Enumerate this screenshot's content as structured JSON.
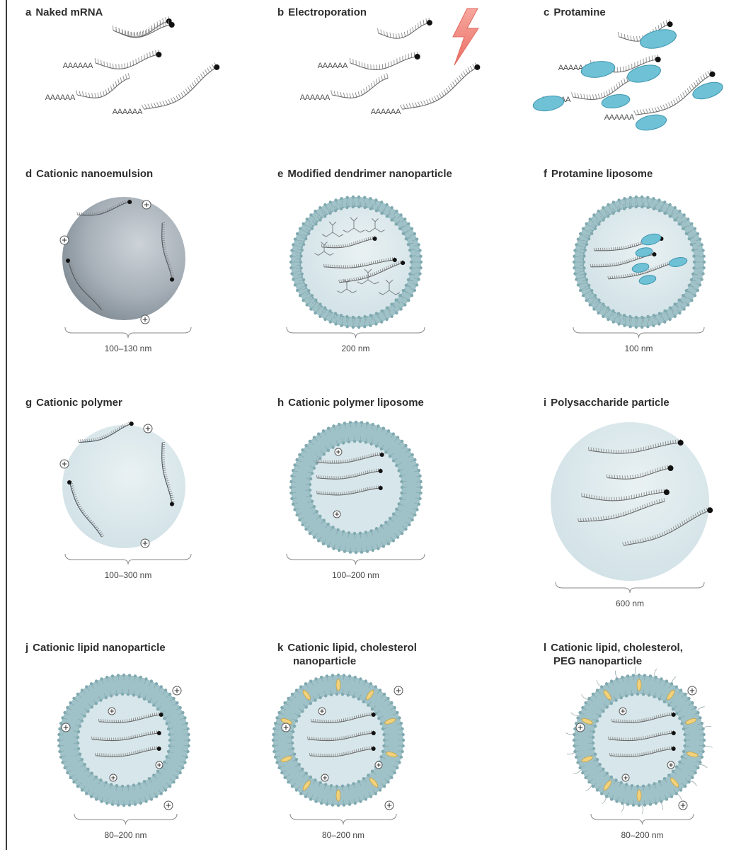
{
  "colors": {
    "sphere_grey": "#a9b2ba",
    "sphere_light": "#dbe8ec",
    "membrane": "#9fc0c6",
    "protamine": "#6fc1d6",
    "cholesterol": "#e8c36a",
    "bolt": "#f08a80"
  },
  "poly_a": "AAAAAA",
  "icons": [
    "mrna-strand-icon",
    "cap-dot-icon",
    "lightning-bolt-icon",
    "positive-charge-icon",
    "protamine-ellipse-icon",
    "dendrimer-icon",
    "cholesterol-icon",
    "peg-chain-icon"
  ],
  "panels": {
    "a": {
      "letter": "a",
      "title": "Naked mRNA"
    },
    "b": {
      "letter": "b",
      "title": "Electroporation"
    },
    "c": {
      "letter": "c",
      "title": "Protamine"
    },
    "d": {
      "letter": "d",
      "title": "Cationic nanoemulsion",
      "size": "100–130 nm"
    },
    "e": {
      "letter": "e",
      "title": "Modified dendrimer nanoparticle",
      "size": "200 nm"
    },
    "f": {
      "letter": "f",
      "title": "Protamine liposome",
      "size": "100 nm"
    },
    "g": {
      "letter": "g",
      "title": "Cationic polymer",
      "size": "100–300 nm"
    },
    "h": {
      "letter": "h",
      "title": "Cationic polymer liposome",
      "size": "100–200 nm"
    },
    "i": {
      "letter": "i",
      "title": "Polysaccharide particle",
      "size": "600 nm"
    },
    "j": {
      "letter": "j",
      "title": "Cationic lipid nanoparticle",
      "size": "80–200 nm"
    },
    "k": {
      "letter": "k",
      "title_line1": "Cationic lipid, cholesterol",
      "title_line2": "nanoparticle",
      "size": "80–200 nm"
    },
    "l": {
      "letter": "l",
      "title_line1": "Cationic lipid, cholesterol,",
      "title_line2": "PEG nanoparticle",
      "size": "80–200 nm"
    }
  }
}
